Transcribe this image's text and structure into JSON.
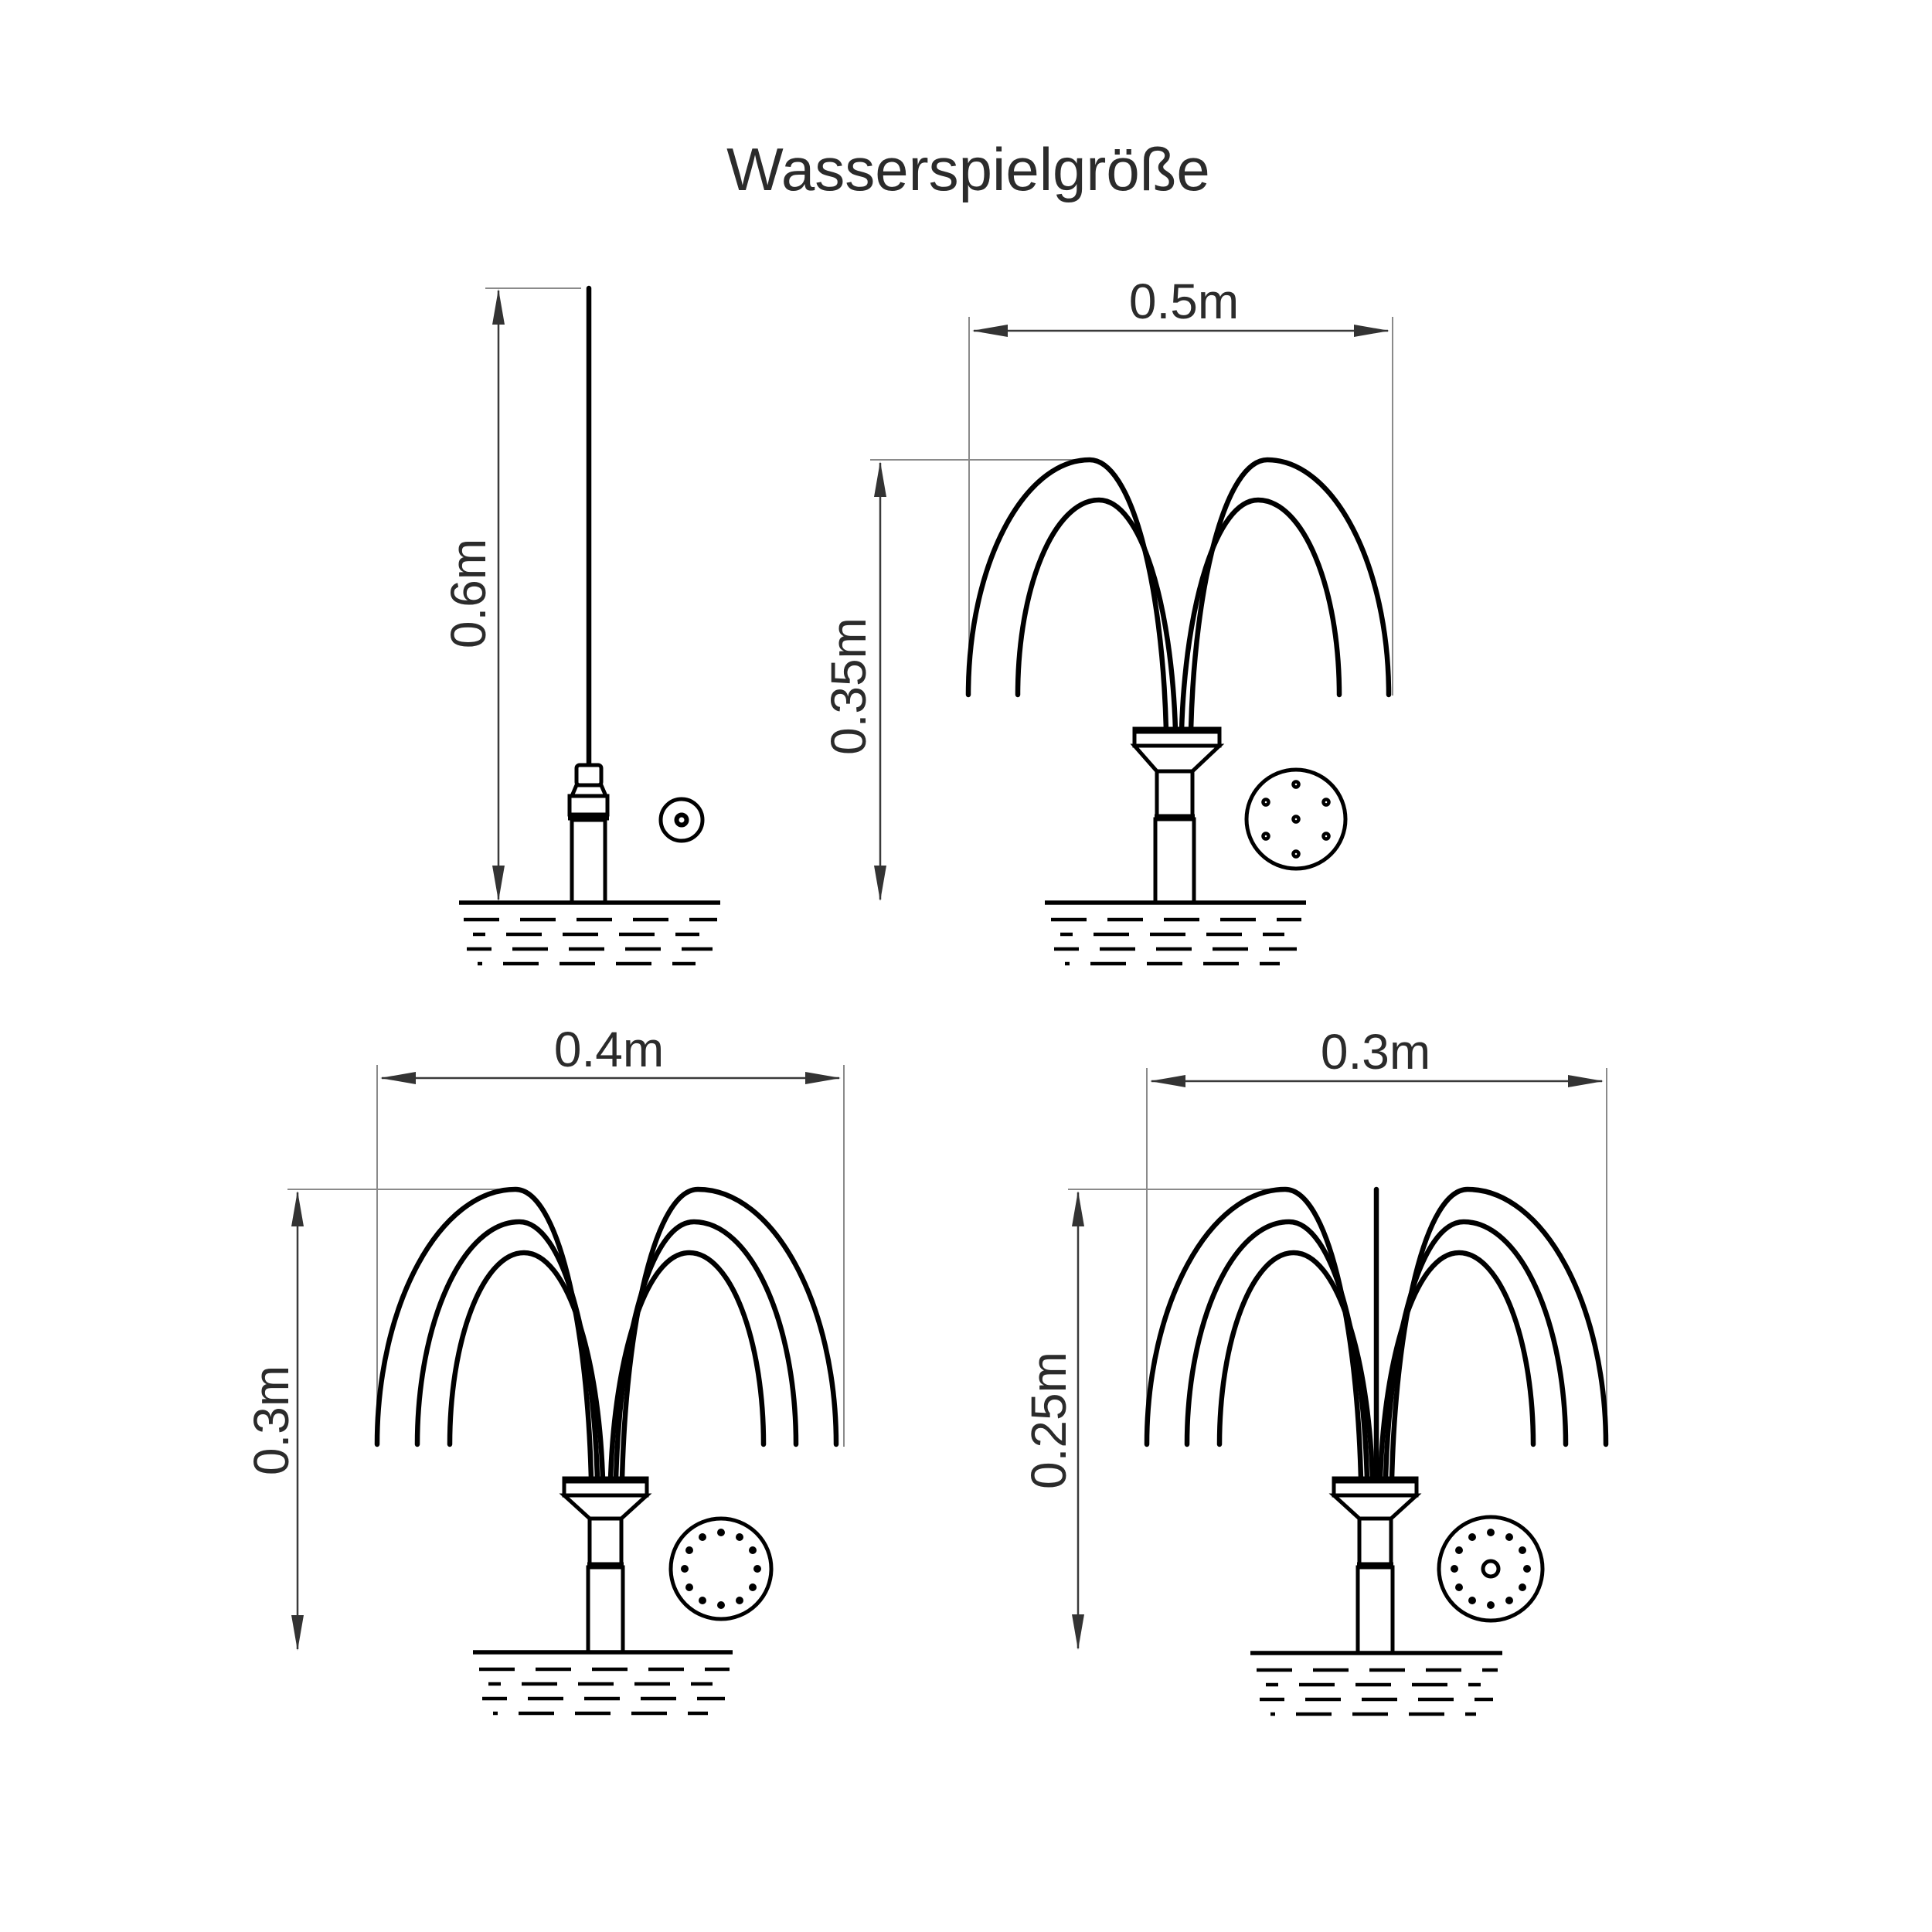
{
  "title": "Wasserspielgröße",
  "colors": {
    "drawing_line": "#000000",
    "dimension_line": "#3a3a3a",
    "label_text": "#2b2b2b",
    "background": "#ffffff"
  },
  "fountains": [
    {
      "name": "single-jet-fountain",
      "height": "0.6m",
      "nozzle_icon": "single-hole-nozzle-face-icon"
    },
    {
      "name": "double-arc-fountain",
      "width": "0.5m",
      "height": "0.35m",
      "nozzle_icon": "seven-hole-nozzle-face-icon"
    },
    {
      "name": "triple-arc-fountain",
      "width": "0.4m",
      "height": "0.3m",
      "nozzle_icon": "twelve-hole-ring-nozzle-face-icon"
    },
    {
      "name": "triple-arc-center-jet-fountain",
      "width": "0.3m",
      "height": "0.25m",
      "nozzle_icon": "twelve-hole-center-hole-nozzle-face-icon"
    }
  ]
}
